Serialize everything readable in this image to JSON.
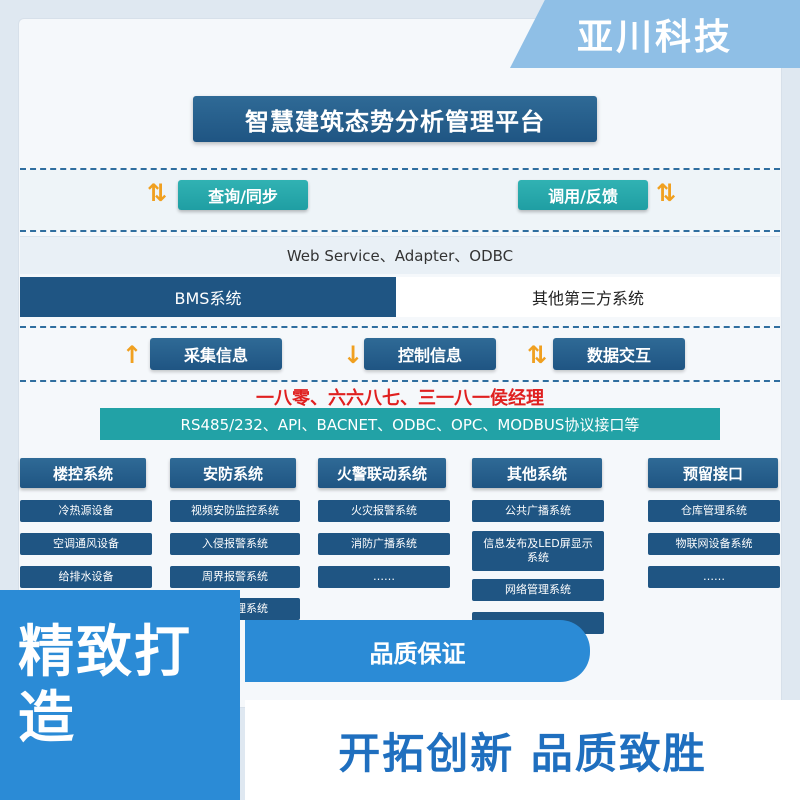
{
  "brand": "亚川科技",
  "title": "智慧建筑态势分析管理平台",
  "top_left_button": "查询/同步",
  "top_right_button": "调用/反馈",
  "services_text": "Web Service、Adapter、ODBC",
  "bms_label": "BMS系统",
  "third_party_label": "其他第三方系统",
  "mid_buttons": [
    "采集信息",
    "控制信息",
    "数据交互"
  ],
  "red_text": "一八零、六六八七、三一八一侯经理",
  "protocol_text": "RS485/232、API、BACNET、ODBC、OPC、MODBUS协议接口等",
  "categories": [
    {
      "label": "楼控系统",
      "items": [
        "冷热源设备",
        "空调通风设备",
        "给排水设备"
      ]
    },
    {
      "label": "安防系统",
      "items": [
        "视频安防监控系统",
        "入侵报警系统",
        "周界报警系统",
        "门禁管理系统"
      ]
    },
    {
      "label": "火警联动系统",
      "items": [
        "火灾报警系统",
        "消防广播系统",
        "……"
      ]
    },
    {
      "label": "其他系统",
      "items": [
        "公共广播系统",
        "信息发布及LED屏显示系统",
        "网络管理系统",
        ""
      ]
    },
    {
      "label": "预留接口",
      "items": [
        "仓库管理系统",
        "物联网设备系统",
        "……"
      ]
    }
  ],
  "big_text": "精致打造",
  "quality_banner": "品质保证",
  "slogan": "开拓创新  品质致胜",
  "colors": {
    "dark_blue": "#1f5583",
    "teal": "#22a2a6",
    "accent_blue": "#2b8bd6",
    "red": "#e02020",
    "orange": "#f0a020"
  }
}
